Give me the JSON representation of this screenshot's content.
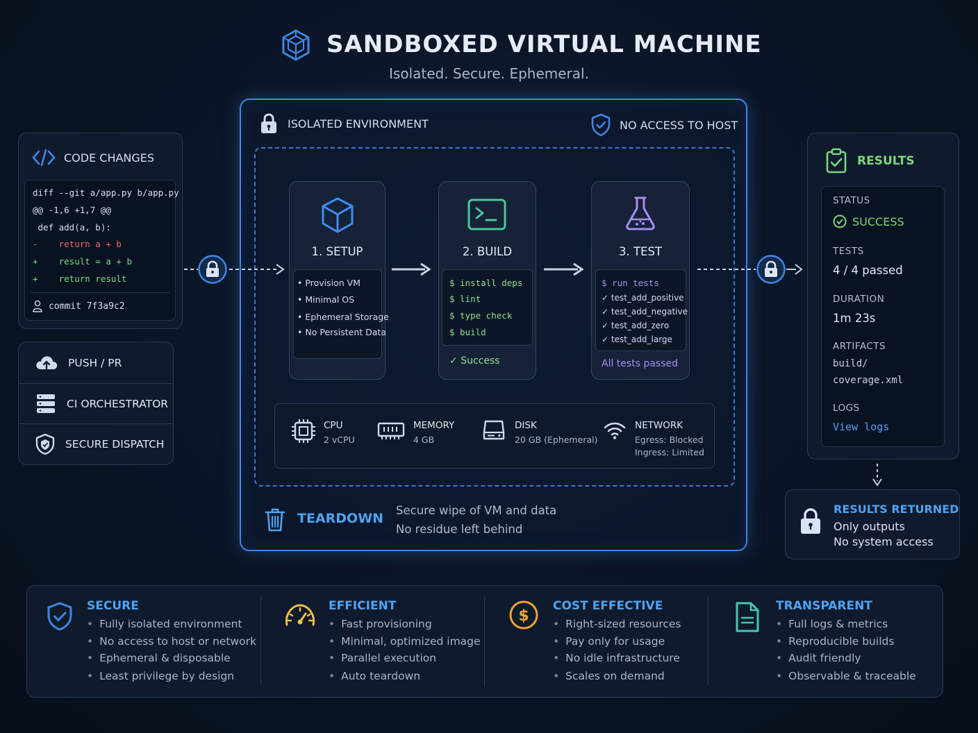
{
  "header": {
    "title": "SANDBOXED VIRTUAL MACHINE",
    "subtitle": "Isolated. Secure. Ephemeral."
  },
  "code_changes": {
    "title": "CODE CHANGES",
    "lines": [
      "diff --git a/app.py b/app.py",
      "@@ -1,6 +1,7 @@",
      " def add(a, b):",
      "-    return a + b",
      "+    result = a + b",
      "+    return result"
    ],
    "commit": "commit 7f3a9c2"
  },
  "left_list": {
    "push": "PUSH / PR",
    "ci": "CI ORCHESTRATOR",
    "dispatch": "SECURE DISPATCH"
  },
  "environment": {
    "isolated_label": "ISOLATED ENVIRONMENT",
    "no_host_label": "NO ACCESS TO HOST",
    "setup": {
      "title": "1. SETUP",
      "items": [
        "Provision VM",
        "Minimal OS",
        "Ephemeral Storage",
        "No Persistent Data"
      ]
    },
    "build": {
      "title": "2. BUILD",
      "items": [
        "$ install deps",
        "$ lint",
        "$ type check",
        "$ build"
      ],
      "status": "✓  Success"
    },
    "test": {
      "title": "3. TEST",
      "command": "$ run tests",
      "items": [
        "✓ test_add_positive",
        "✓ test_add_negative",
        "✓ test_add_zero",
        "✓ test_add_large"
      ],
      "status": "All tests passed"
    },
    "resources": {
      "cpu": {
        "label": "CPU",
        "value": "2 vCPU"
      },
      "memory": {
        "label": "MEMORY",
        "value": "4 GB"
      },
      "disk": {
        "label": "DISK",
        "value": "20 GB (Ephemeral)"
      },
      "network": {
        "label": "NETWORK",
        "egress": "Egress: Blocked",
        "ingress": "Ingress: Limited"
      }
    },
    "teardown": {
      "title": "TEARDOWN",
      "line1": "Secure wipe of VM and data",
      "line2": "No residue left behind"
    }
  },
  "results": {
    "title": "RESULTS",
    "status_label": "STATUS",
    "status_value": "SUCCESS",
    "tests_label": "TESTS",
    "tests_value": "4 / 4 passed",
    "duration_label": "DURATION",
    "duration_value": "1m 23s",
    "artifacts_label": "ARTIFACTS",
    "artifacts": [
      "build/",
      "coverage.xml"
    ],
    "logs_label": "LOGS",
    "logs_link": "View logs"
  },
  "results_returned": {
    "title": "RESULTS RETURNED",
    "line1": "Only outputs",
    "line2": "No system access"
  },
  "features": [
    {
      "title": "SECURE",
      "items": [
        "Fully isolated environment",
        "No access to host or network",
        "Ephemeral & disposable",
        "Least privilege by design"
      ]
    },
    {
      "title": "EFFICIENT",
      "items": [
        "Fast provisioning",
        "Minimal, optimized image",
        "Parallel execution",
        "Auto teardown"
      ]
    },
    {
      "title": "COST EFFECTIVE",
      "items": [
        "Right-sized resources",
        "Pay only for usage",
        "No idle infrastructure",
        "Scales on demand"
      ]
    },
    {
      "title": "TRANSPARENT",
      "items": [
        "Full logs & metrics",
        "Reproducible builds",
        "Audit friendly",
        "Observable & traceable"
      ]
    }
  ],
  "colors": {
    "accent_blue": "#3f86e6",
    "success_green": "#7ed67e",
    "test_purple": "#a98cf0",
    "cost_orange": "#f0a531",
    "transparent_teal": "#45c6b8"
  }
}
